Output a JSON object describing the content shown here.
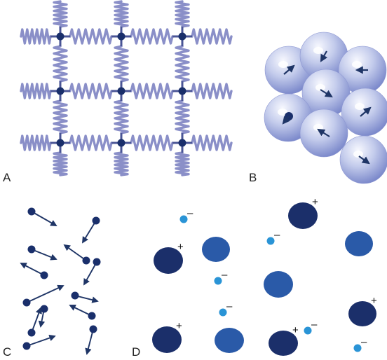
{
  "panels": {
    "a": {
      "label": "A"
    },
    "b": {
      "label": "B"
    },
    "c": {
      "label": "C"
    },
    "d": {
      "label": "D"
    }
  },
  "charges": {
    "plus": "+",
    "minus": "–"
  },
  "colors": {
    "spring": "#8a8fc8",
    "node": "#1a2f6b",
    "arrow": "#1f3566",
    "sphere_light": "#eef1fb",
    "sphere_dark": "#7c89cf",
    "ion_dark": "#1b2f6a",
    "ion_mid": "#2a5aa8",
    "ion_small": "#2a94d6"
  }
}
